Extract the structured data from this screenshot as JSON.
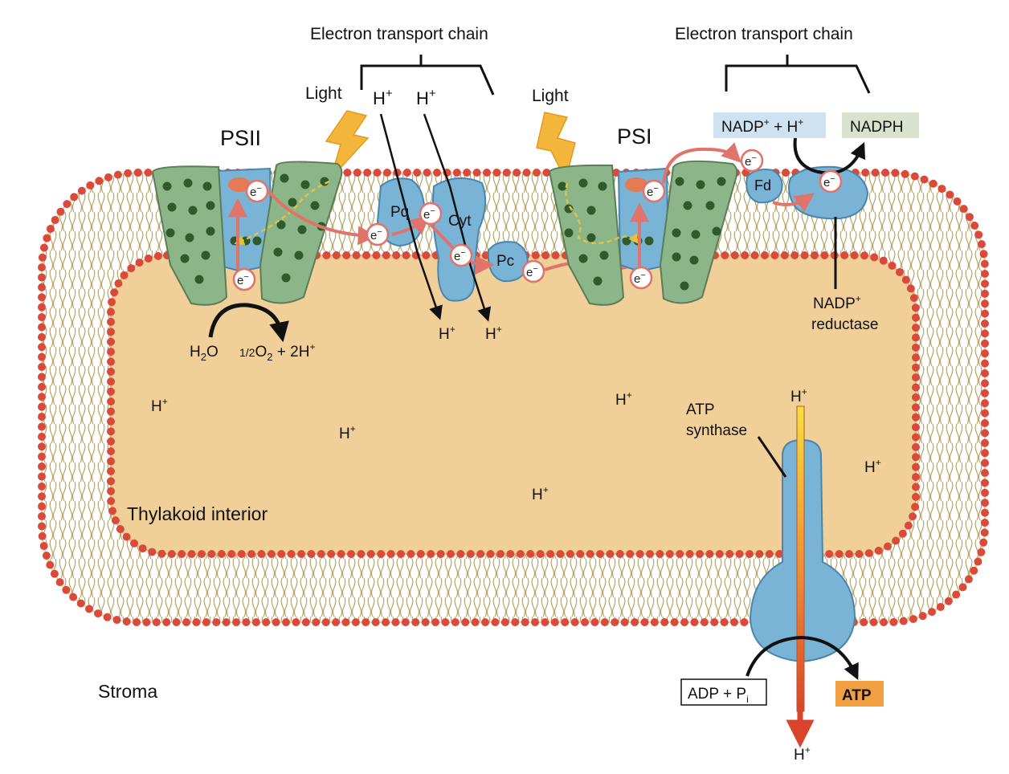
{
  "labels": {
    "etc_left": "Electron transport chain",
    "etc_right": "Electron transport chain",
    "light_left": "Light",
    "light_right": "Light",
    "psii": "PSII",
    "psi": "PSI",
    "pq": "Pq",
    "cyt": "Cyt",
    "pc": "Pc",
    "fd": "Fd",
    "h_plus": "H",
    "plus": "+",
    "electron": "e",
    "minus": "−",
    "h2o_h": "H",
    "h2o_sub": "2",
    "h2o_o": "O",
    "half": "1/2",
    "o2_o": "O",
    "o2_sub": "2",
    "o2_rest": " + 2H",
    "nadp_plus_h_a": "NADP",
    "nadp_plus_h_b": " + H",
    "nadph": "NADPH",
    "nadp_reductase_1": "NADP",
    "nadp_reductase_2": "reductase",
    "atp_synthase_1": "ATP",
    "atp_synthase_2": "synthase",
    "adp_pi_a": "ADP + P",
    "adp_pi_sub": "i",
    "atp": "ATP",
    "thylakoid_interior": "Thylakoid interior",
    "stroma": "Stroma"
  },
  "colors": {
    "lumen": "#f0cf98",
    "bead": "#d94a3a",
    "protein_blue": "#79b3d6",
    "protein_green": "#8db58a",
    "nadp_box": "#cfe2f2",
    "nadph_box": "#d8e2cc",
    "atp_box": "#f0a040"
  }
}
